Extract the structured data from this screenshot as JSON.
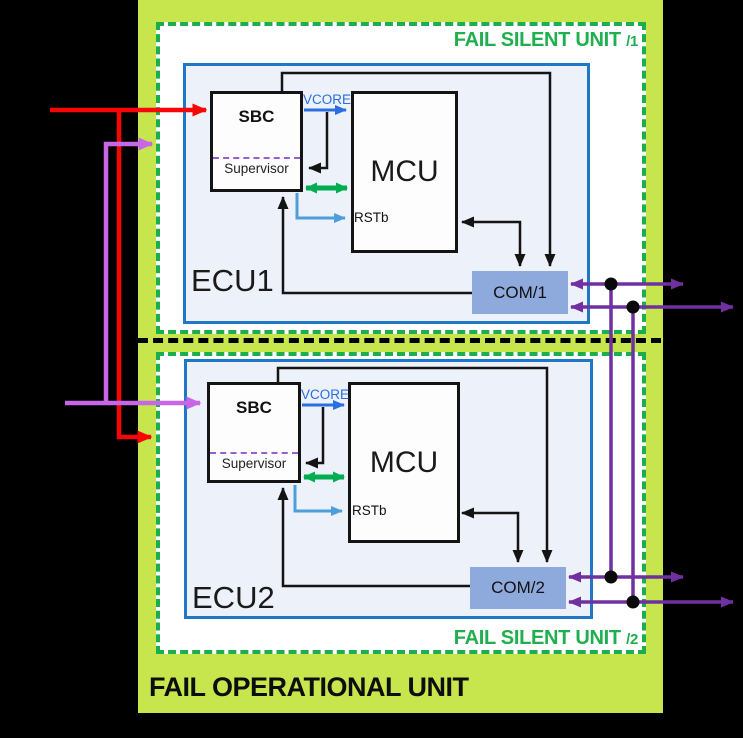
{
  "diagram": {
    "outer_unit": {
      "label": "FAIL OPERATIONAL UNIT"
    },
    "fail_silent_units": [
      {
        "label": "FAIL SILENT UNIT",
        "suffix": "/1",
        "ecu": {
          "name": "ECU1",
          "sbc": {
            "title": "SBC",
            "section": "Supervisor"
          },
          "mcu": {
            "title": "MCU",
            "pin_rstb": "RSTb"
          },
          "com": {
            "title": "COM/1"
          },
          "signal_vcore": "VCORE"
        }
      },
      {
        "label": "FAIL SILENT UNIT",
        "suffix": "/2",
        "ecu": {
          "name": "ECU2",
          "sbc": {
            "title": "SBC",
            "section": "Supervisor"
          },
          "mcu": {
            "title": "MCU",
            "pin_rstb": "RSTb"
          },
          "com": {
            "title": "COM/2"
          },
          "signal_vcore": "VCORE"
        }
      }
    ],
    "colors": {
      "background": "#000000",
      "fail_operational_fill": "#C7E64E",
      "fail_silent_border_green": "#1CAD4D",
      "unit_label_green": "#1FAF4E",
      "ecu_border_blue": "#1E78C6",
      "ecu_fill": "#EDF1F9",
      "chip_fill": "#FDFDFE",
      "chip_border_black": "#141414",
      "com_fill": "#8EA9DB",
      "supply_red": "#FA0505",
      "supply_violet": "#C767E8",
      "bus_purple": "#7030A0",
      "vcore_blue": "#2A6FE0",
      "rstb_blue": "#4D9EDB",
      "sbc_mcu_link_green": "#00AD50",
      "supervisor_dash_purple": "#9A5FCE"
    }
  }
}
